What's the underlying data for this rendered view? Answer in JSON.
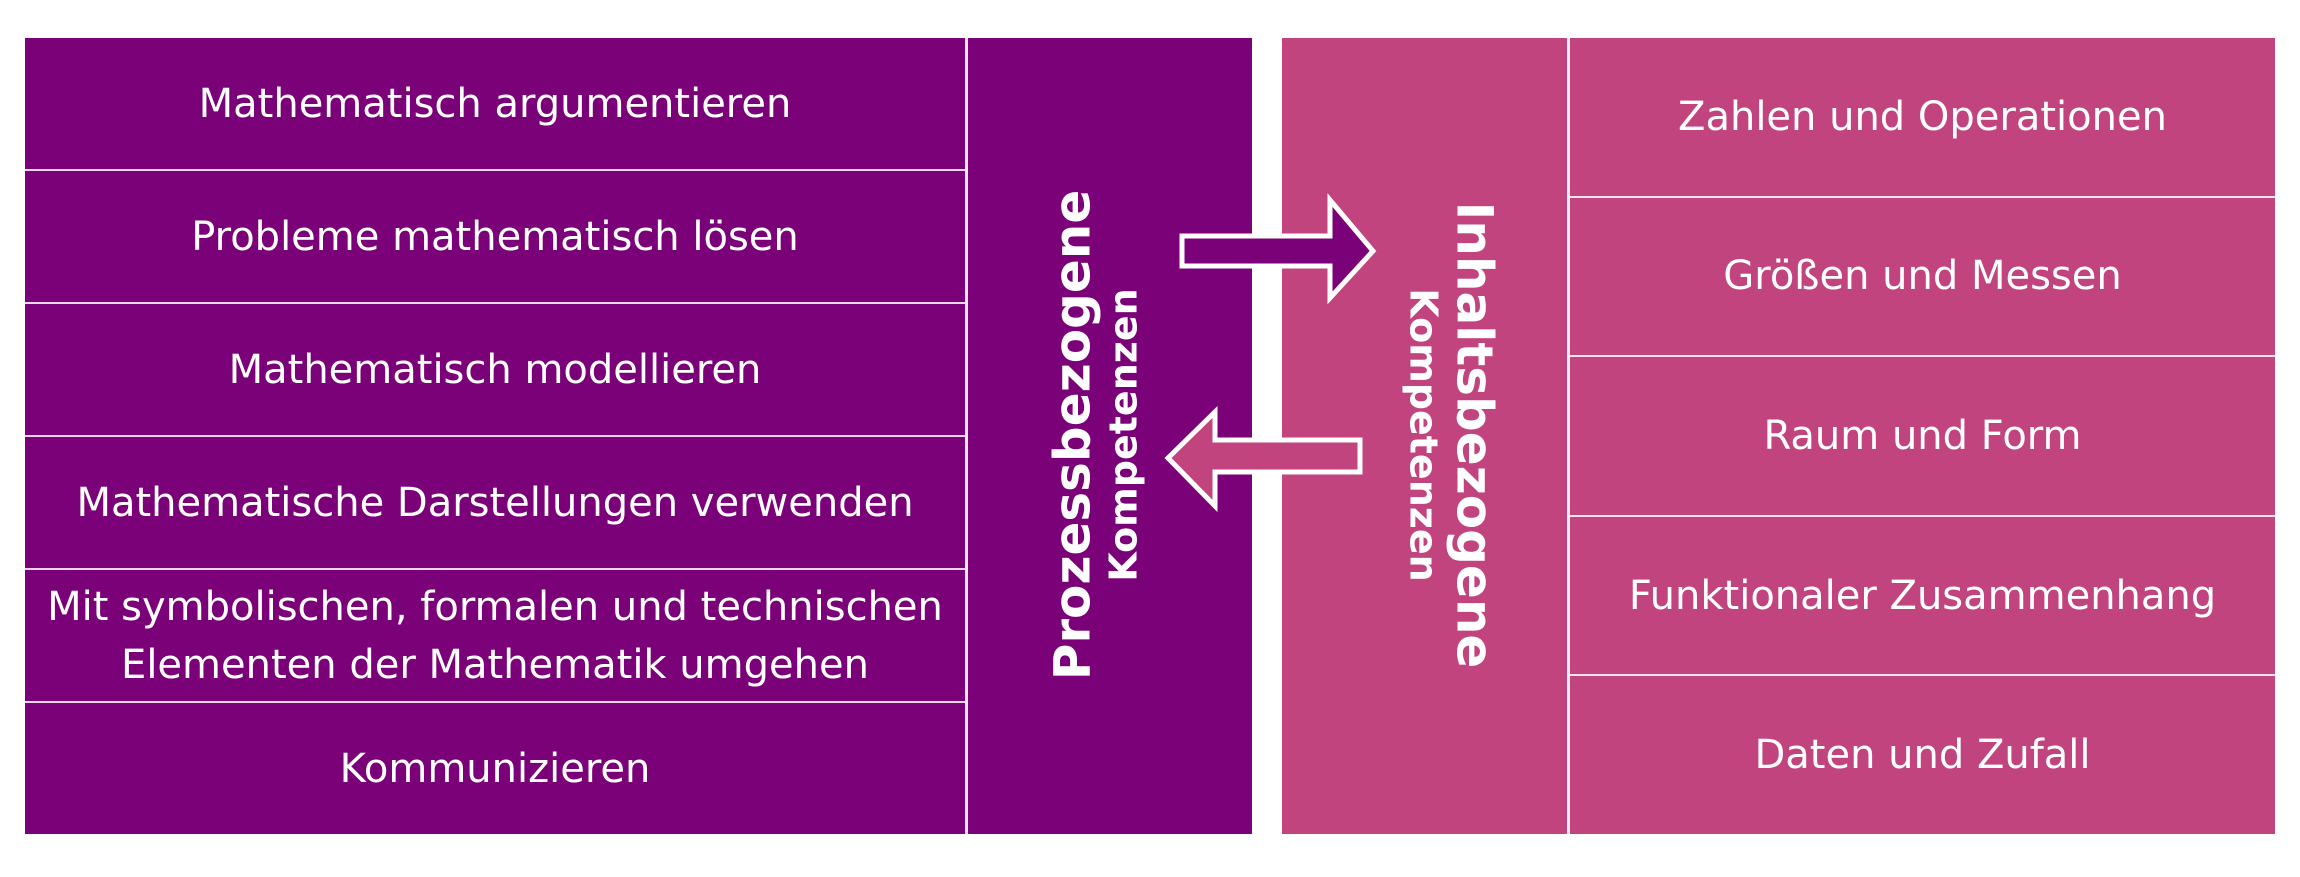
{
  "colors": {
    "process": "#7a0177",
    "content": "#c2447f",
    "text": "#ffffff"
  },
  "process": {
    "title": "Prozessbezogene",
    "subtitle": "Kompetenzen",
    "items": [
      "Mathematisch argumentieren",
      "Probleme mathematisch lösen",
      "Mathematisch modellieren",
      "Mathematische Darstellungen verwenden",
      "Mit symbolischen, formalen und technischen\nElementen der Mathematik umgehen",
      "Kommunizieren"
    ]
  },
  "content": {
    "title": "Inhaltsbezogene",
    "subtitle": "Kompetenzen",
    "items": [
      "Zahlen und Operationen",
      "Größen und Messen",
      "Raum und Form",
      "Funktionaler Zusammenhang",
      "Daten und Zufall"
    ]
  },
  "arrows": [
    {
      "direction": "right",
      "fill": "process"
    },
    {
      "direction": "left",
      "fill": "content"
    }
  ]
}
